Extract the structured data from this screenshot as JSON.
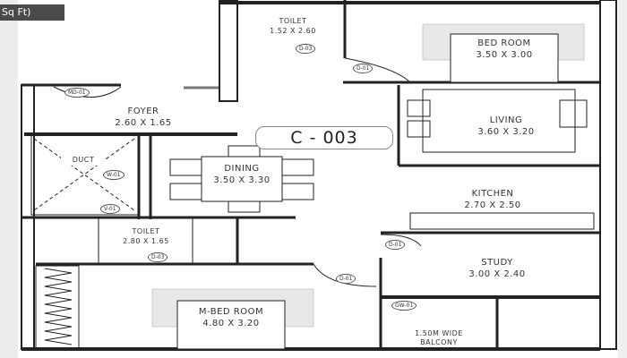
{
  "header": {
    "unit_label": "Sq Ft)"
  },
  "plan": {
    "flat_id": "C - 003",
    "rooms": [
      {
        "name": "TOILET",
        "dim": "1.52 X 2.60"
      },
      {
        "name": "BED ROOM",
        "dim": "3.50 X 3.00"
      },
      {
        "name": "FOYER",
        "dim": "2.60 X 1.65"
      },
      {
        "name": "LIVING",
        "dim": "3.60 X 3.20"
      },
      {
        "name": "DINING",
        "dim": "3.50 X 3.30"
      },
      {
        "name": "KITCHEN",
        "dim": "2.70 X 2.50"
      },
      {
        "name": "TOILET",
        "dim": "2.80 X 1.65"
      },
      {
        "name": "STUDY",
        "dim": "3.00 X 2.40"
      },
      {
        "name": "M-BED ROOM",
        "dim": "4.80 X 3.20"
      },
      {
        "name": "1.50M WIDE",
        "dim": "BALCONY"
      },
      {
        "name": "DUCT",
        "dim": ""
      }
    ],
    "tags": [
      "MD-01",
      "D-03",
      "D-01",
      "W-01",
      "V-01",
      "D-03",
      "D-01",
      "D-01",
      "GW-01"
    ]
  }
}
